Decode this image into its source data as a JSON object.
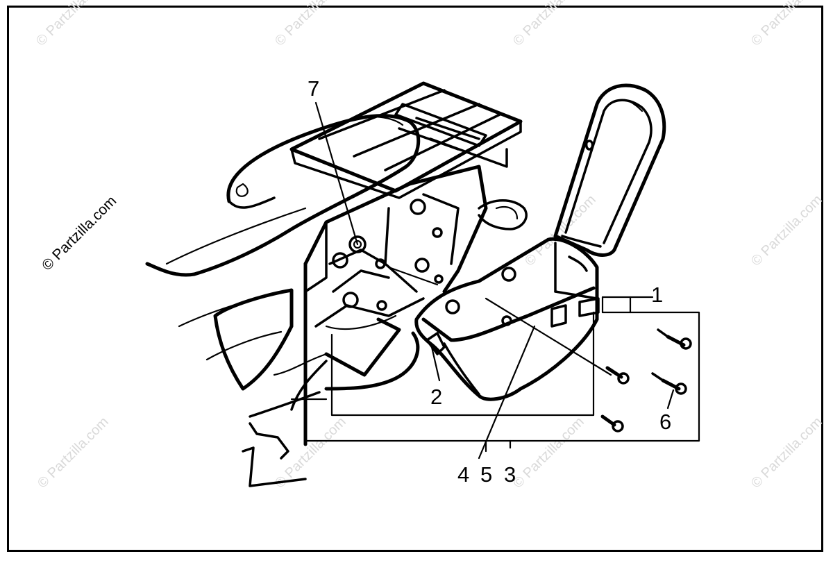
{
  "watermark": {
    "text": "© Partzilla.com",
    "color": "#d9d9d9"
  },
  "callouts": {
    "c1": "1",
    "c2": "2",
    "c3": "3",
    "c4": "4",
    "c5": "5",
    "c6": "6",
    "c7": "7"
  }
}
